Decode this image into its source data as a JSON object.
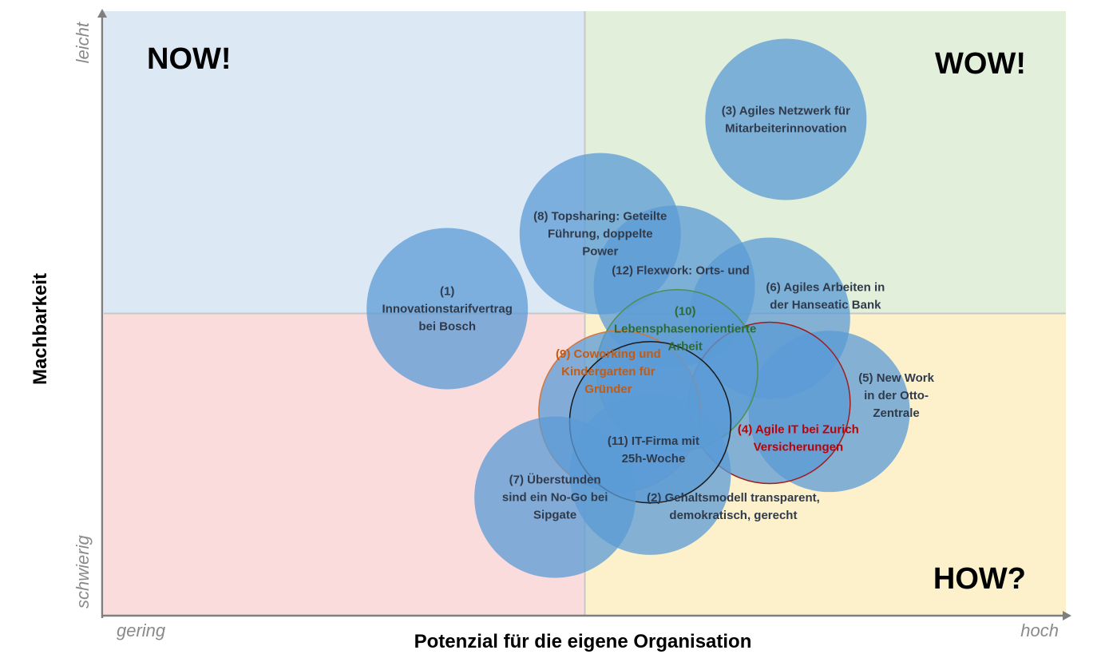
{
  "chart_data": {
    "type": "scatter",
    "subtype": "bubble-quadrant",
    "xlabel": "Potenzial für die eigene Organisation",
    "ylabel": "Machbarkeit",
    "x_ticks": {
      "low": "gering",
      "high": "hoch"
    },
    "y_ticks": {
      "low": "schwierig",
      "high": "leicht"
    },
    "xlim": [
      0,
      100
    ],
    "ylim": [
      0,
      100
    ],
    "quadrants": [
      {
        "id": "now",
        "label": "NOW!",
        "color": "#dde8f5"
      },
      {
        "id": "wow",
        "label": "WOW!",
        "color": "#e2efda"
      },
      {
        "id": "schwierig-gering",
        "label": "",
        "color": "#fadcdc"
      },
      {
        "id": "how",
        "label": "HOW?",
        "color": "#fdf1cc"
      }
    ],
    "bubble_color": "#5b9bd5",
    "points": [
      {
        "id": 1,
        "x": 35.7,
        "y": 50.8,
        "lines": [
          "(1)",
          "Innovationstarifvertrag",
          "bei Bosch"
        ],
        "text_color": "#2f3b4c",
        "stroke": "none"
      },
      {
        "id": 3,
        "x": 70.9,
        "y": 82.1,
        "lines": [
          "(3) Agiles Netzwerk für",
          "Mitarbeiterinnovation"
        ],
        "text_color": "#2f3b4c",
        "stroke": "none"
      },
      {
        "id": 8,
        "x": 51.6,
        "y": 63.2,
        "lines": [
          "(8) Topsharing: Geteilte",
          "Führung, doppelte",
          "Power"
        ],
        "text_color": "#2f3b4c",
        "stroke": "none"
      },
      {
        "id": 12,
        "x": 59.3,
        "y": 54.5,
        "lines": [
          "(12) Flexwork: Orts- und"
        ],
        "text_color": "#2f3b4c",
        "stroke": "none"
      },
      {
        "id": 6,
        "x": 69.2,
        "y": 49.2,
        "lines": [
          "(6) Agiles Arbeiten in",
          "der Hanseatic Bank"
        ],
        "text_color": "#2f3b4c",
        "stroke": "none"
      },
      {
        "id": 5,
        "x": 75.4,
        "y": 33.8,
        "lines": [
          "(5) New Work",
          "in der Otto-",
          "Zentrale"
        ],
        "text_color": "#2f3b4c",
        "stroke": "none"
      },
      {
        "id": 4,
        "x": 69.2,
        "y": 35.2,
        "lines": [
          "(4) Agile IT bei Zurich",
          "Versicherungen"
        ],
        "text_color": "#c00000",
        "stroke": "#a01c1c"
      },
      {
        "id": 10,
        "x": 59.6,
        "y": 40.6,
        "lines": [
          "(10)",
          "Lebensphasenorientierte",
          "Arbeit"
        ],
        "text_color": "#2e6b32",
        "stroke": "#4d8f52"
      },
      {
        "id": 9,
        "x": 53.6,
        "y": 33.8,
        "lines": [
          "(9) Coworking und",
          "Kindergarten für",
          "Gründer"
        ],
        "text_color": "#c55a11",
        "stroke": "#d2773c"
      },
      {
        "id": 2,
        "x": 56.8,
        "y": 23.4,
        "lines": [
          "(2) Gehaltsmodell transparent,",
          "demokratisch, gerecht"
        ],
        "text_color": "#2f3b4c",
        "stroke": "none"
      },
      {
        "id": 11,
        "x": 56.8,
        "y": 32.0,
        "lines": [
          "(11) IT-Firma mit",
          "25h-Woche"
        ],
        "text_color": "#2f3b4c",
        "stroke": "#1a1a1a"
      },
      {
        "id": 7,
        "x": 46.9,
        "y": 19.6,
        "lines": [
          "(7) Überstunden",
          "sind ein No-Go bei",
          "Sipgate"
        ],
        "text_color": "#2f3b4c",
        "stroke": "none"
      }
    ]
  }
}
